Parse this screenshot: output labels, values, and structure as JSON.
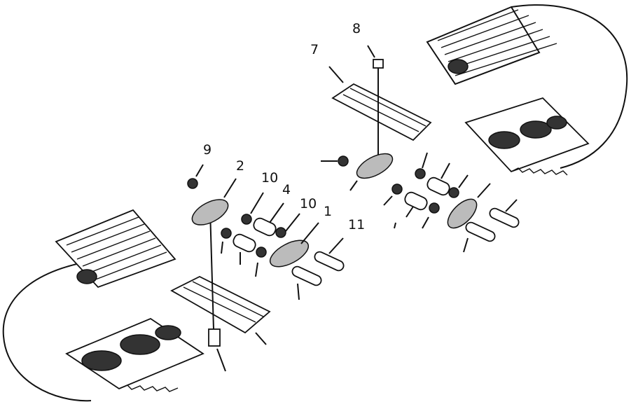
{
  "callouts": [
    {
      "id": "c8",
      "label": "8"
    },
    {
      "id": "c7",
      "label": "7"
    },
    {
      "id": "c9",
      "label": "9"
    },
    {
      "id": "c2",
      "label": "2"
    },
    {
      "id": "c10a",
      "label": "10"
    },
    {
      "id": "c4",
      "label": "4"
    },
    {
      "id": "c10b",
      "label": "10"
    },
    {
      "id": "c1",
      "label": "1"
    },
    {
      "id": "c11",
      "label": "11"
    }
  ]
}
